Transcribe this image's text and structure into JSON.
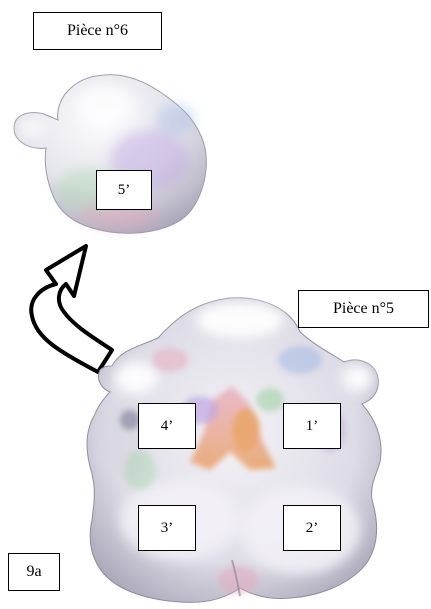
{
  "labels": {
    "piece6": "Pièce n°6",
    "piece5": "Pièce n°5",
    "figure_id": "9a"
  },
  "tooth_numbers": {
    "n5": "5’",
    "n4": "4’",
    "n1": "1’",
    "n3": "3’",
    "n2": "2’"
  },
  "colors": {
    "tooth_base": "#e6e4ec",
    "tooth_shadow": "#a9a7b8",
    "tooth_highlight": "#fbfbfd",
    "stain_orange": "#e89a55",
    "stain_pink": "#e7a2b8",
    "stain_green": "#9fd3a6",
    "stain_blue": "#9fb6e2",
    "stain_violet": "#b69be0",
    "outline": "#000000"
  },
  "icons": {
    "arrow": "curved-up-arrow-icon"
  }
}
